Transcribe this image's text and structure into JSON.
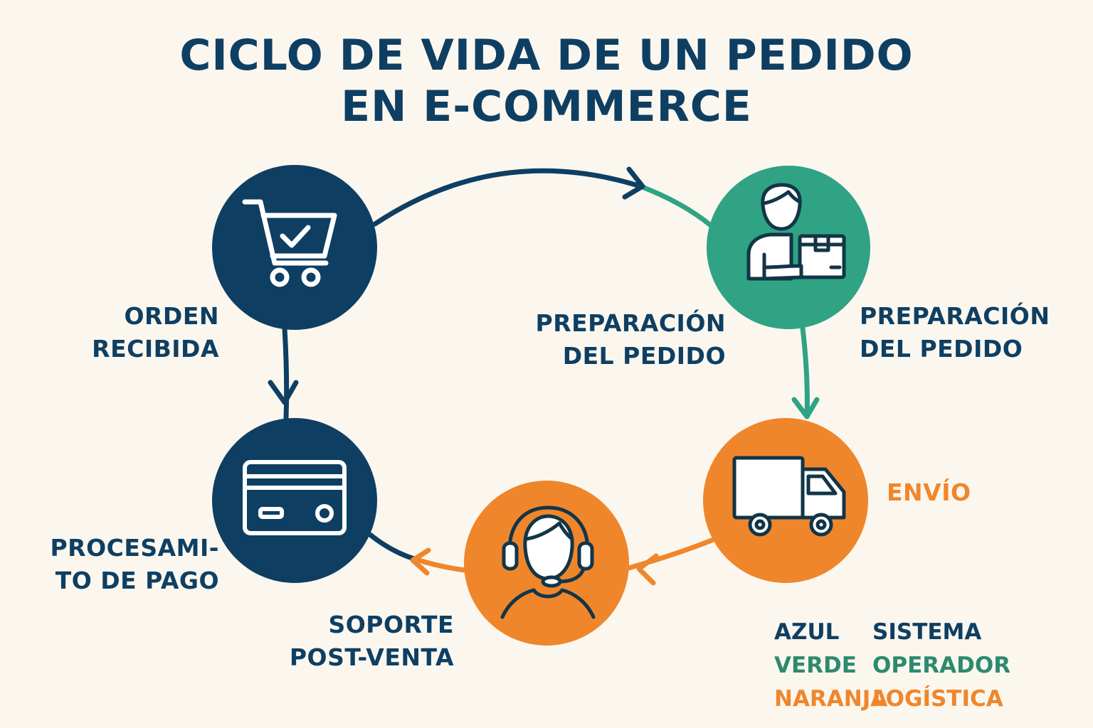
{
  "title": {
    "line1": "CICLO DE VIDA DE UN PEDIDO",
    "line2": "EN E-COMMERCE"
  },
  "colors": {
    "navy": "#0e3f63",
    "green": "#2fa383",
    "orange": "#f0862b",
    "background": "#fbf7ef"
  },
  "stages": {
    "order": {
      "line1": "ORDEN",
      "line2": "RECIBIDA",
      "icon": "shopping-cart-check-icon",
      "color": "navy"
    },
    "preparation_left": {
      "line1": "PREPARACIÓN",
      "line2": "DEL PEDIDO"
    },
    "preparation": {
      "line1": "PREPARACIÓN",
      "line2": "DEL PEDIDO",
      "icon": "worker-with-box-icon",
      "color": "green"
    },
    "shipping": {
      "line1": "ENVÍO",
      "icon": "delivery-truck-icon",
      "color": "orange"
    },
    "support": {
      "line1": "SOPORTE",
      "line2": "POST-VENTA",
      "icon": "headset-agent-icon",
      "color": "orange"
    },
    "payment": {
      "line1": "PROCESAMI-",
      "line2": "TO DE PAGO",
      "icon": "credit-card-icon",
      "color": "navy"
    }
  },
  "legend": [
    {
      "color_name": "AZUL",
      "meaning": "SISTEMA",
      "color": "navy"
    },
    {
      "color_name": "VERDE",
      "meaning": "OPERADOR",
      "color": "green"
    },
    {
      "color_name": "NARANJA",
      "meaning": "LOGÍSTICA",
      "color": "orange"
    }
  ]
}
